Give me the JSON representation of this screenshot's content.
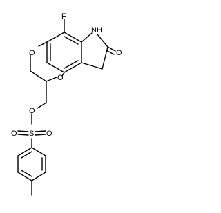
{
  "atoms": {
    "fluorine": "F",
    "nitrogen": "N",
    "hydrogen": "H",
    "lactam_oxygen": "O",
    "ring_oxygen_left": "O",
    "ring_oxygen_right": "O",
    "ester_oxygen": "O",
    "sulfur": "S",
    "sulfonyl_oxygen_left": "O",
    "sulfonyl_oxygen_right": "O"
  }
}
